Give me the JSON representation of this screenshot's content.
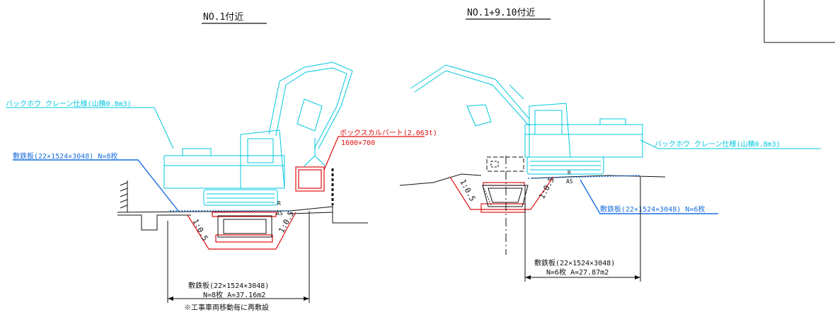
{
  "left_section": {
    "title": "NO.1付近",
    "excavator_label": "バックホウ クレーン仕様(山積0.8m3)",
    "steel_plate_label": "敷鉄板(22×1524×3048) N=8枚",
    "box_culvert_label": "ボックスカルバート(2.063t)",
    "box_culvert_size": "1600×700",
    "slope_left": "1:0.5",
    "slope_right": "1:0.5",
    "road_r": "R",
    "road_as": "AS",
    "dim_line1": "敷鉄板(22×1524×3048)",
    "dim_line2": "N=8枚 A=37.16m2",
    "dim_note": "※工事車両移動毎に再敷設"
  },
  "right_section": {
    "title": "NO.1+9.10付近",
    "excavator_label": "バックホウ クレーン仕様(山積0.8m3)",
    "steel_plate_label": "敷鉄板(22×1524×3048) N=6枚",
    "slope_left": "1:0.5",
    "slope_right": "1:0.5",
    "road_r": "R",
    "road_as": "AS",
    "dim_line1": "敷鉄板(22×1524×3048)",
    "dim_line2": "N=6枚 A=27.87m2"
  },
  "colors": {
    "equipment": "#00c8e0",
    "steel_plate": "#1a6fe0",
    "excavation": "#e01010",
    "linework": "#111111"
  }
}
